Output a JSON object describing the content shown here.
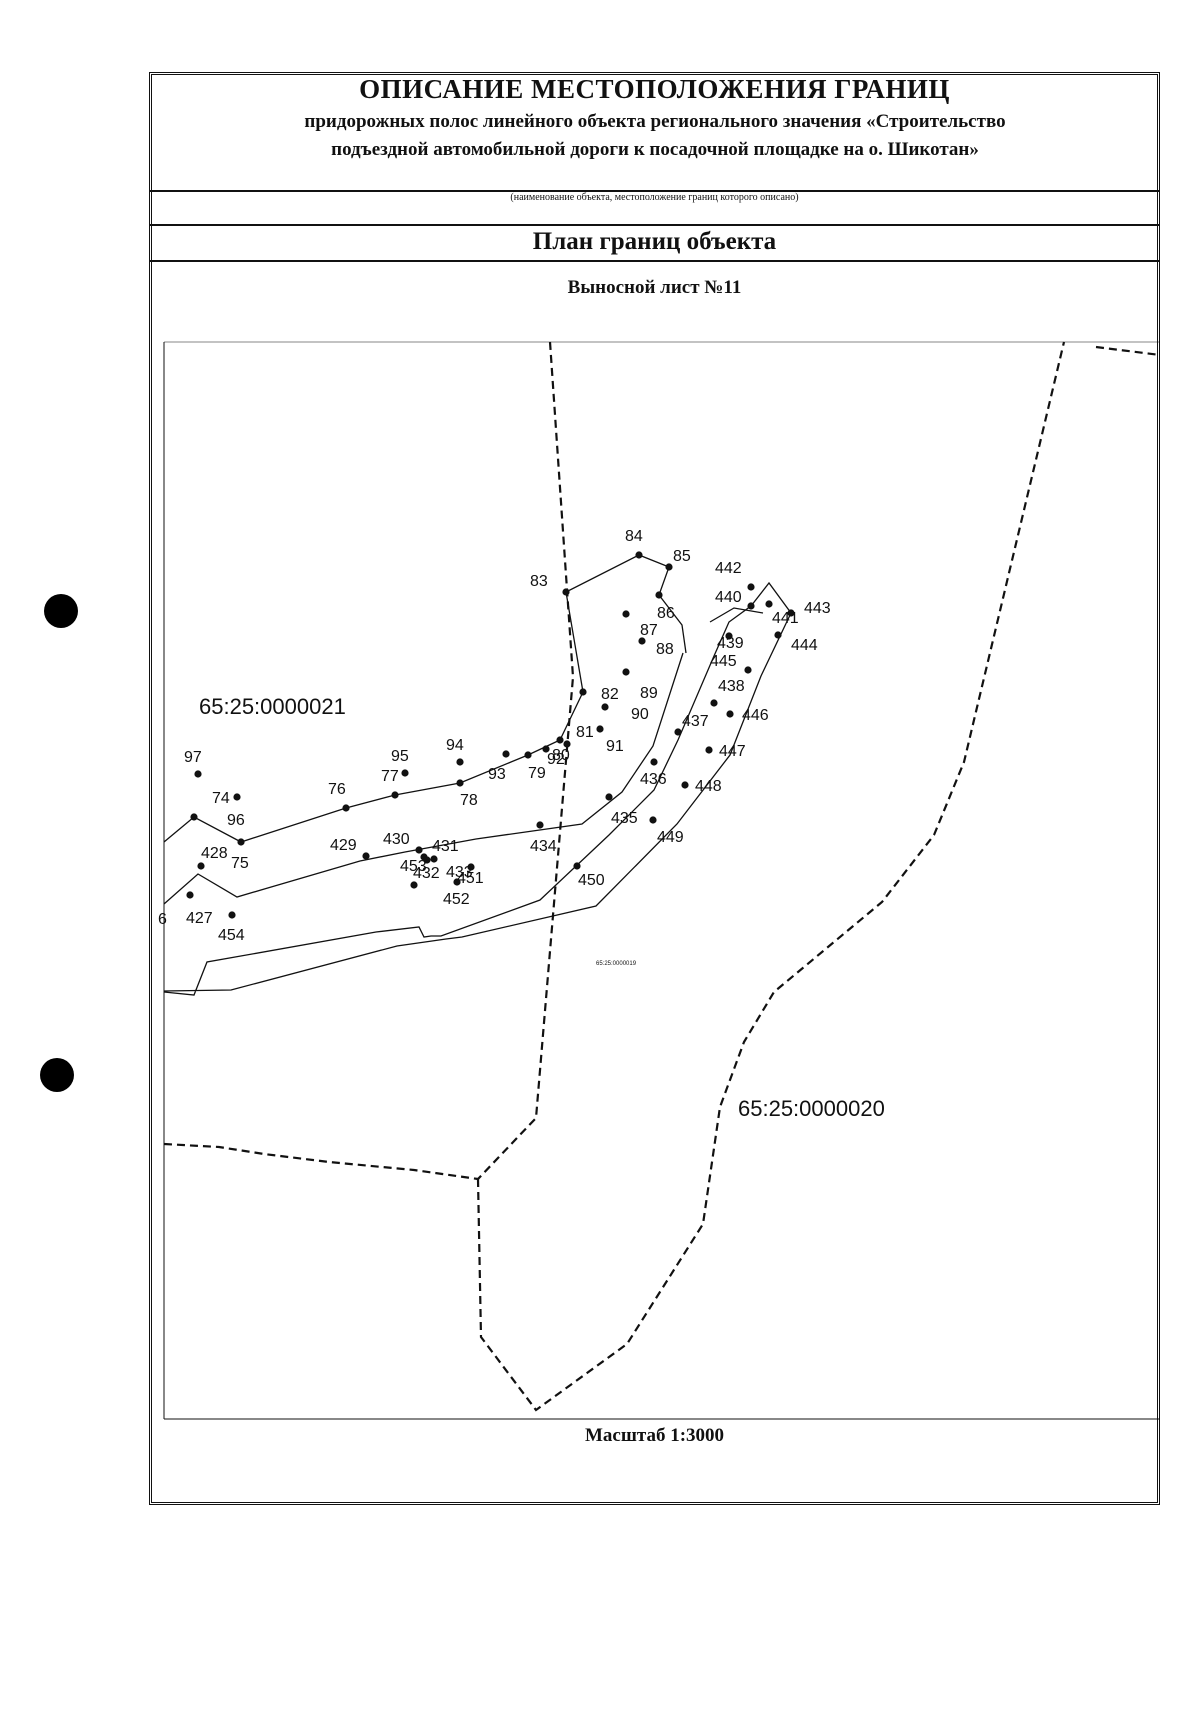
{
  "header": {
    "title": "ОПИСАНИЕ МЕСТОПОЛОЖЕНИЯ ГРАНИЦ",
    "subtitle_line1": "придорожных полос линейного объекта регионального значения «Строительство",
    "subtitle_line2": "подъездной автомобильной дороги к посадочной площадке на о. Шикотан»",
    "caption": "(наименование объекта, местоположение границ которого описано)"
  },
  "plan": {
    "title": "План границ объекта",
    "sheet": "Выносной лист №11",
    "scale": "Масштаб 1:3000"
  },
  "map": {
    "parcels": {
      "p21": "65:25:0000021",
      "p20": "65:25:0000020",
      "p19": "65:25:0000019"
    },
    "colors": {
      "line": "#111111",
      "paper": "#ffffff"
    },
    "points": [
      {
        "id": "74",
        "label": "74"
      },
      {
        "id": "75",
        "label": "75"
      },
      {
        "id": "76",
        "label": "76"
      },
      {
        "id": "77",
        "label": "77"
      },
      {
        "id": "78",
        "label": "78"
      },
      {
        "id": "79",
        "label": "79"
      },
      {
        "id": "80",
        "label": "80"
      },
      {
        "id": "81",
        "label": "81"
      },
      {
        "id": "82",
        "label": "82"
      },
      {
        "id": "83",
        "label": "83"
      },
      {
        "id": "84",
        "label": "84"
      },
      {
        "id": "85",
        "label": "85"
      },
      {
        "id": "86",
        "label": "86"
      },
      {
        "id": "87",
        "label": "87"
      },
      {
        "id": "88",
        "label": "88"
      },
      {
        "id": "89",
        "label": "89"
      },
      {
        "id": "90",
        "label": "90"
      },
      {
        "id": "91",
        "label": "91"
      },
      {
        "id": "92",
        "label": "92"
      },
      {
        "id": "93",
        "label": "93"
      },
      {
        "id": "94",
        "label": "94"
      },
      {
        "id": "95",
        "label": "95"
      },
      {
        "id": "96",
        "label": "96"
      },
      {
        "id": "97",
        "label": "97"
      },
      {
        "id": "427",
        "label": "427"
      },
      {
        "id": "428",
        "label": "428"
      },
      {
        "id": "429",
        "label": "429"
      },
      {
        "id": "430",
        "label": "430"
      },
      {
        "id": "431",
        "label": "431"
      },
      {
        "id": "432",
        "label": "432"
      },
      {
        "id": "433",
        "label": "433"
      },
      {
        "id": "434",
        "label": "434"
      },
      {
        "id": "435",
        "label": "435"
      },
      {
        "id": "436",
        "label": "436"
      },
      {
        "id": "437",
        "label": "437"
      },
      {
        "id": "438",
        "label": "438"
      },
      {
        "id": "439",
        "label": "439"
      },
      {
        "id": "440",
        "label": "440"
      },
      {
        "id": "441",
        "label": "441"
      },
      {
        "id": "442",
        "label": "442"
      },
      {
        "id": "443",
        "label": "443"
      },
      {
        "id": "444",
        "label": "444"
      },
      {
        "id": "445",
        "label": "445"
      },
      {
        "id": "446",
        "label": "446"
      },
      {
        "id": "447",
        "label": "447"
      },
      {
        "id": "448",
        "label": "448"
      },
      {
        "id": "449",
        "label": "449"
      },
      {
        "id": "450",
        "label": "450"
      },
      {
        "id": "451",
        "label": "451"
      },
      {
        "id": "452",
        "label": "452"
      },
      {
        "id": "453",
        "label": "453"
      },
      {
        "id": "454",
        "label": "454"
      },
      {
        "id": "6",
        "label": "6"
      }
    ]
  }
}
